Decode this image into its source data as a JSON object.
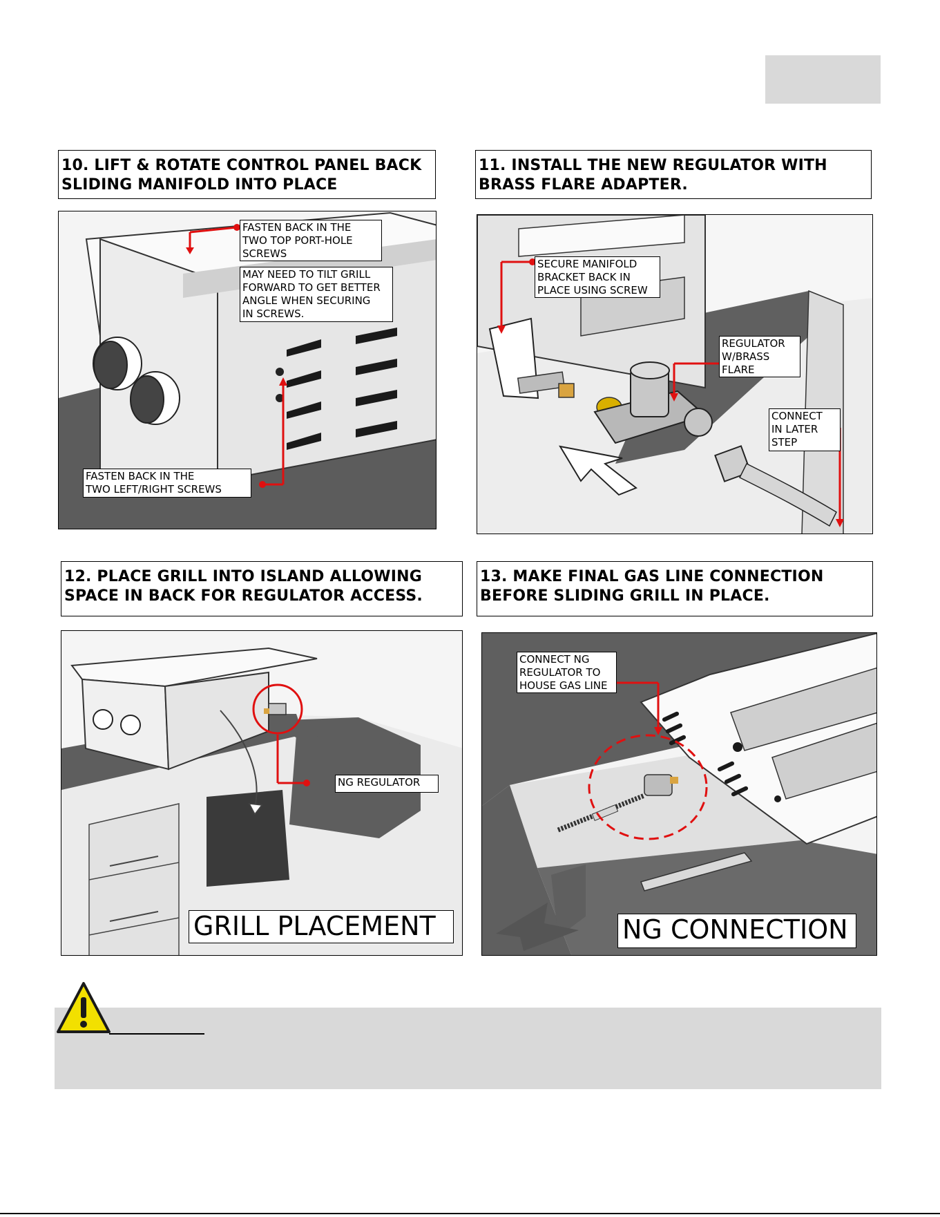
{
  "steps": [
    {
      "title": "10. LIFT & ROTATE CONTROL PANEL BACK\nSLIDING MANIFOLD INTO PLACE",
      "callouts": {
        "top_screws": "FASTEN BACK IN THE\nTWO TOP PORT-HOLE\nSCREWS",
        "tilt": "MAY NEED TO TILT GRILL\nFORWARD TO GET BETTER\nANGLE WHEN SECURING\nIN SCREWS.",
        "side_screws": "FASTEN BACK IN THE\nTWO LEFT/RIGHT SCREWS"
      }
    },
    {
      "title": "11. INSTALL THE NEW REGULATOR WITH\nBRASS FLARE ADAPTER.",
      "callouts": {
        "bracket": "SECURE MANIFOLD\nBRACKET BACK IN\nPLACE USING SCREW",
        "regulator": "REGULATOR\nW/BRASS\nFLARE",
        "connect_later": "CONNECT\nIN LATER\nSTEP"
      }
    },
    {
      "title": "12. PLACE GRILL INTO ISLAND ALLOWING\nSPACE IN BACK FOR REGULATOR ACCESS.",
      "callouts": {
        "ng_regulator": "NG REGULATOR"
      },
      "label": "GRILL PLACEMENT"
    },
    {
      "title": "13. MAKE FINAL GAS LINE CONNECTION\nBEFORE SLIDING GRILL IN PLACE.",
      "callouts": {
        "connect_ng": "CONNECT NG\nREGULATOR TO\nHOUSE GAS LINE"
      },
      "label": "NG CONNECTION"
    }
  ],
  "warning": {
    "icon": "warning-triangle-icon"
  },
  "colors": {
    "accent_red": "#e01010",
    "counter_gray": "#5f5f5f",
    "band_gray": "#d9d9d9"
  }
}
